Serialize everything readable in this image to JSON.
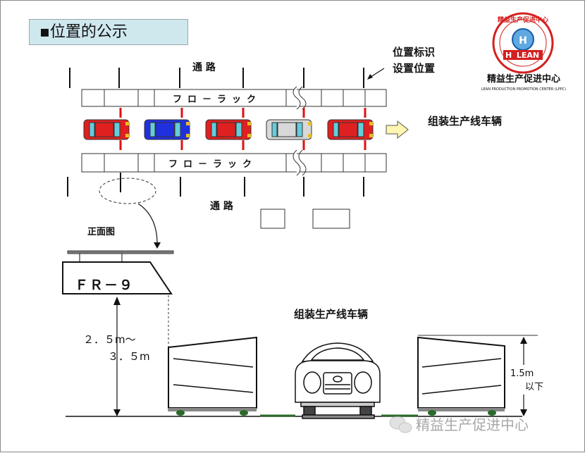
{
  "slide": {
    "title": "▪位置的公示"
  },
  "plan_view": {
    "aisle_top": "通  路",
    "aisle_bottom": "通  路",
    "rack_label_top": "フロ－ラック",
    "rack_label_bottom": "フロ－ラック",
    "position_sign_label_line1": "位置标识",
    "position_sign_label_line2": "设置位置",
    "assembly_line_label": "组装生产线车辆"
  },
  "front_view": {
    "caption": "正面图",
    "sign_text": "ＦＲ－９",
    "height_line1": "２．５m～",
    "height_line2": "３．５m",
    "assembly_line_label": "组装生产线车辆",
    "rack_height_line1": "1.5m",
    "rack_height_line2": "以下"
  },
  "logo": {
    "ring_text": "精益生产促进中心",
    "center_text": "LEAN",
    "name_cn": "精益生产促进中心",
    "name_en": "LEAN PRODUCTION PROMOTION CENTER (LPPC)"
  },
  "watermark": {
    "text": "精益生产促进中心"
  },
  "colors": {
    "title_bg": "#cfe8ee",
    "position_marker": "#e01010",
    "logo_red": "#d42020",
    "arrow_fill": "#fff6b0"
  }
}
